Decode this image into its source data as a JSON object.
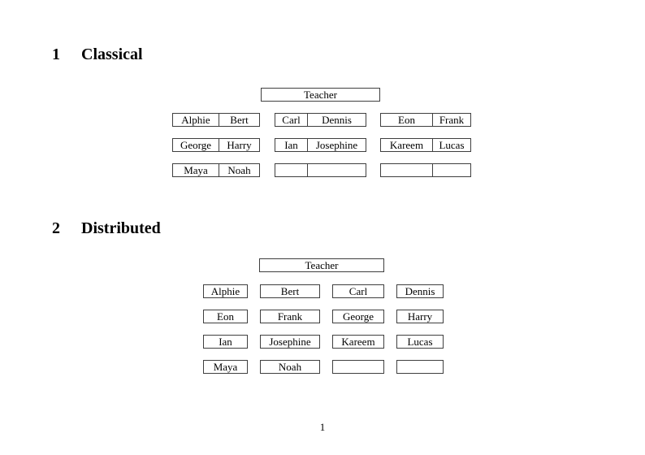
{
  "colors": {
    "text": "#000000",
    "box_border": "#3f3f3f",
    "background": "#ffffff"
  },
  "page": {
    "number": "1"
  },
  "sections": [
    {
      "number": "1",
      "title": "Classical",
      "teacher_label": "Teacher",
      "rows": [
        {
          "desks": [
            {
              "seats": [
                "Alphie",
                "Bert"
              ]
            },
            {
              "seats": [
                "Carl",
                "Dennis"
              ]
            },
            {
              "seats": [
                "Eon",
                "Frank"
              ]
            }
          ]
        },
        {
          "desks": [
            {
              "seats": [
                "George",
                "Harry"
              ]
            },
            {
              "seats": [
                "Ian",
                "Josephine"
              ]
            },
            {
              "seats": [
                "Kareem",
                "Lucas"
              ]
            }
          ]
        },
        {
          "desks": [
            {
              "seats": [
                "Maya",
                "Noah"
              ]
            },
            {
              "seats": [
                "",
                ""
              ]
            },
            {
              "seats": [
                "",
                ""
              ]
            }
          ]
        }
      ]
    },
    {
      "number": "2",
      "title": "Distributed",
      "teacher_label": "Teacher",
      "rows": [
        {
          "desks": [
            "Alphie",
            "Bert",
            "Carl",
            "Dennis"
          ]
        },
        {
          "desks": [
            "Eon",
            "Frank",
            "George",
            "Harry"
          ]
        },
        {
          "desks": [
            "Ian",
            "Josephine",
            "Kareem",
            "Lucas"
          ]
        },
        {
          "desks": [
            "Maya",
            "Noah",
            "",
            ""
          ]
        }
      ]
    }
  ]
}
